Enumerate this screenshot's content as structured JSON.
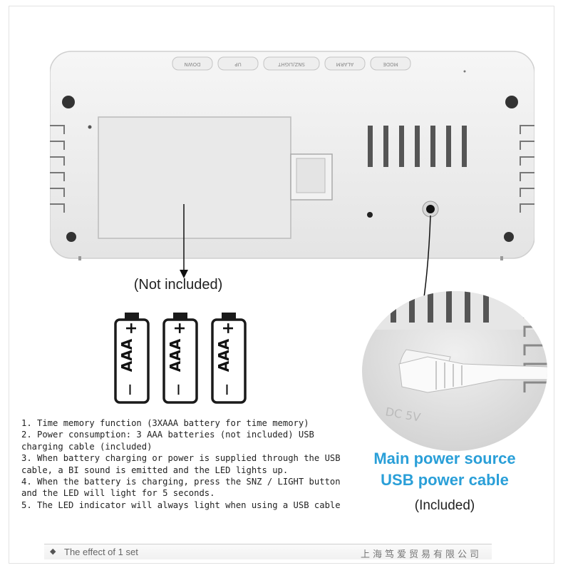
{
  "device": {
    "buttons": [
      "MODE",
      "ALARM",
      "SNZ/LIGHT",
      "UP",
      "DOWN"
    ]
  },
  "labels": {
    "not_included": "(Not included)"
  },
  "batteries": [
    {
      "type": "AAA",
      "plus": "+",
      "minus": "—"
    },
    {
      "type": "AAA",
      "plus": "+",
      "minus": "—"
    },
    {
      "type": "AAA",
      "plus": "+",
      "minus": "—"
    }
  ],
  "notes": [
    "1. Time memory function (3XAAA battery for time memory)",
    "2. Power consumption: 3 AAA batteries (not included) USB charging cable (included)",
    "3. When battery charging or power is supplied through the USB cable, a BI sound is emitted and the LED lights up.",
    "4. When the battery is charging, press the SNZ / LIGHT button and the LED will light for 5 seconds.",
    "5. The LED indicator will always light when using a USB cable"
  ],
  "callout": {
    "line1": "Main power source",
    "line2": "USB power cable",
    "line3": "(Included)"
  },
  "footer": {
    "effect": "The effect of  1  set",
    "company": "上海笃爱贸易有限公司"
  },
  "colors": {
    "accent": "#2a9fd8",
    "text": "#222222"
  }
}
